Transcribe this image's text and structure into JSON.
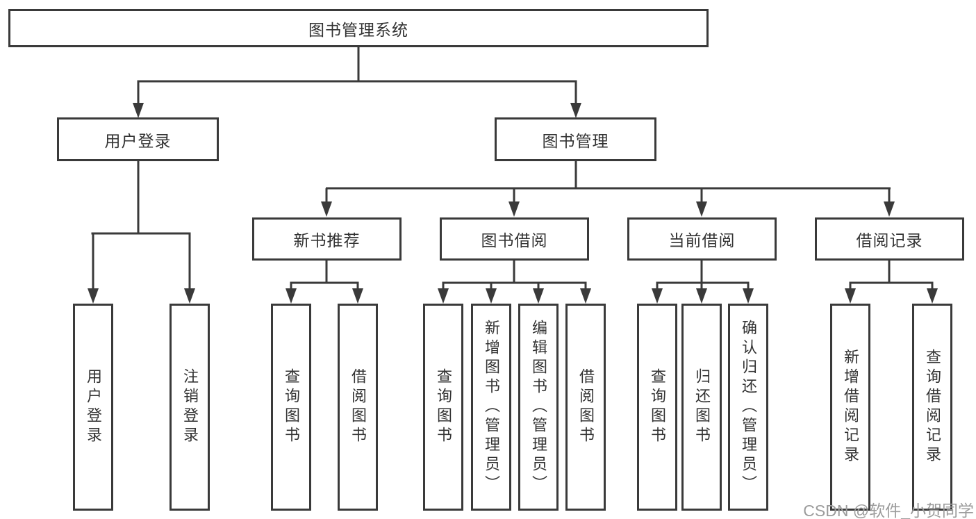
{
  "tree": {
    "root_label": "图书管理系统",
    "branches": [
      {
        "label": "用户登录",
        "leaves": [
          "用户登录",
          "注销登录"
        ]
      },
      {
        "label": "图书管理",
        "groups": [
          {
            "label": "新书推荐",
            "leaves": [
              "查询图书",
              "借阅图书"
            ]
          },
          {
            "label": "图书借阅",
            "leaves": [
              "查询图书",
              "新增图书（管理员）",
              "编辑图书（管理员）",
              "借阅图书"
            ]
          },
          {
            "label": "当前借阅",
            "leaves": [
              "查询图书",
              "归还图书",
              "确认归还（管理员）"
            ]
          },
          {
            "label": "借阅记录",
            "leaves": [
              "新增借阅记录",
              "查询借阅记录"
            ]
          }
        ]
      }
    ]
  },
  "watermark": {
    "text": "CSDN @软件_小贺同学"
  },
  "colors": {
    "line": "#3a3a3a",
    "text": "#333333",
    "background": "#ffffff",
    "watermark": "#9c9c9c"
  }
}
